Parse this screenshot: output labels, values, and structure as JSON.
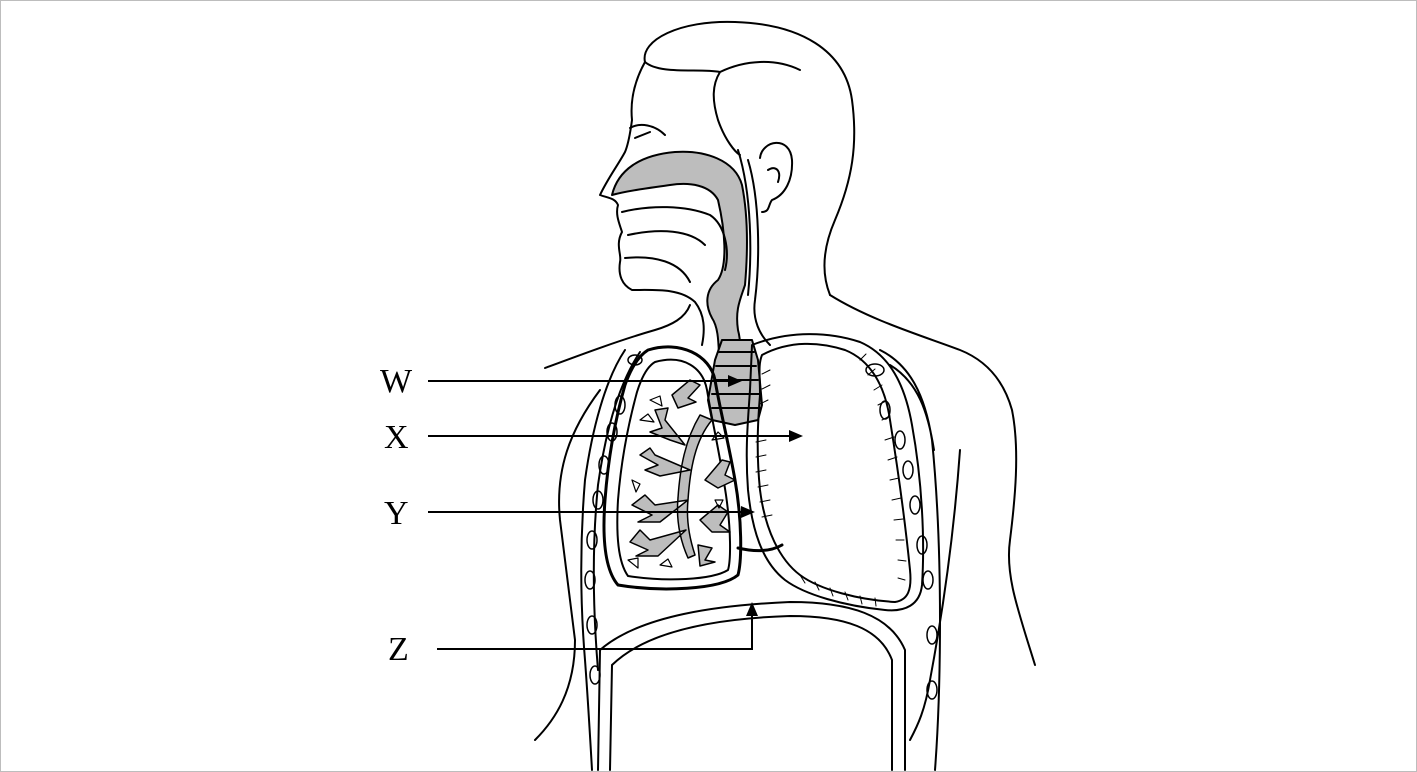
{
  "diagram": {
    "labels": {
      "w": "W",
      "x": "X",
      "y": "Y",
      "z": "Z"
    },
    "colors": {
      "line": "#000000",
      "shade": "#bdbdbd",
      "background": "#ffffff"
    }
  }
}
